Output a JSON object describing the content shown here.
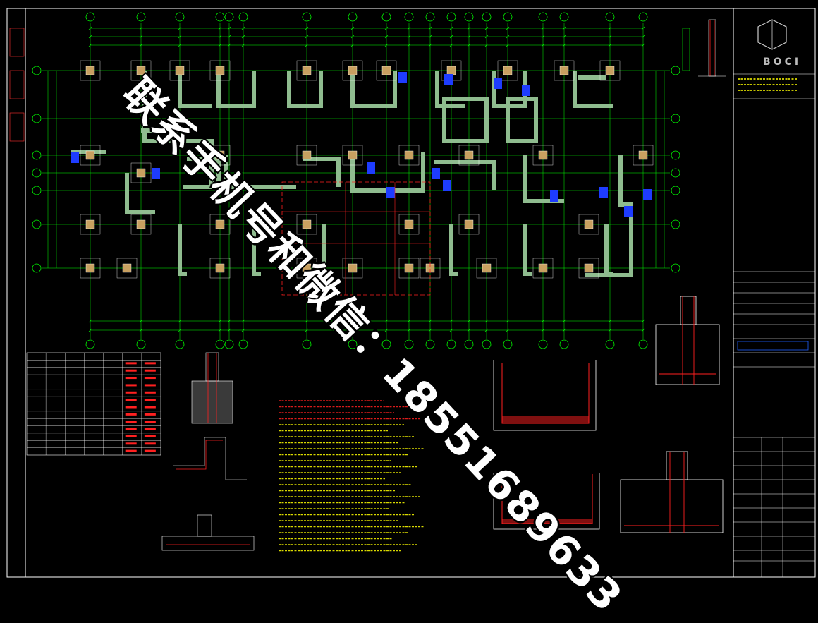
{
  "watermark": {
    "line1": "联系手机号和微信：",
    "line2": "18551689633"
  },
  "title_block": {
    "logo_text": "BOCI"
  },
  "colors": {
    "background": "#000000",
    "grid": "#00ff00",
    "wall": "#8fbc8f",
    "column": "#c8a060",
    "hatch_blue": "#1e3cff",
    "rebar_red": "#ff2020",
    "dimension": "#00ff00",
    "frame": "#ffffff",
    "note_text": "#ffff00"
  },
  "table": {
    "rows": 14,
    "cols": 7
  }
}
